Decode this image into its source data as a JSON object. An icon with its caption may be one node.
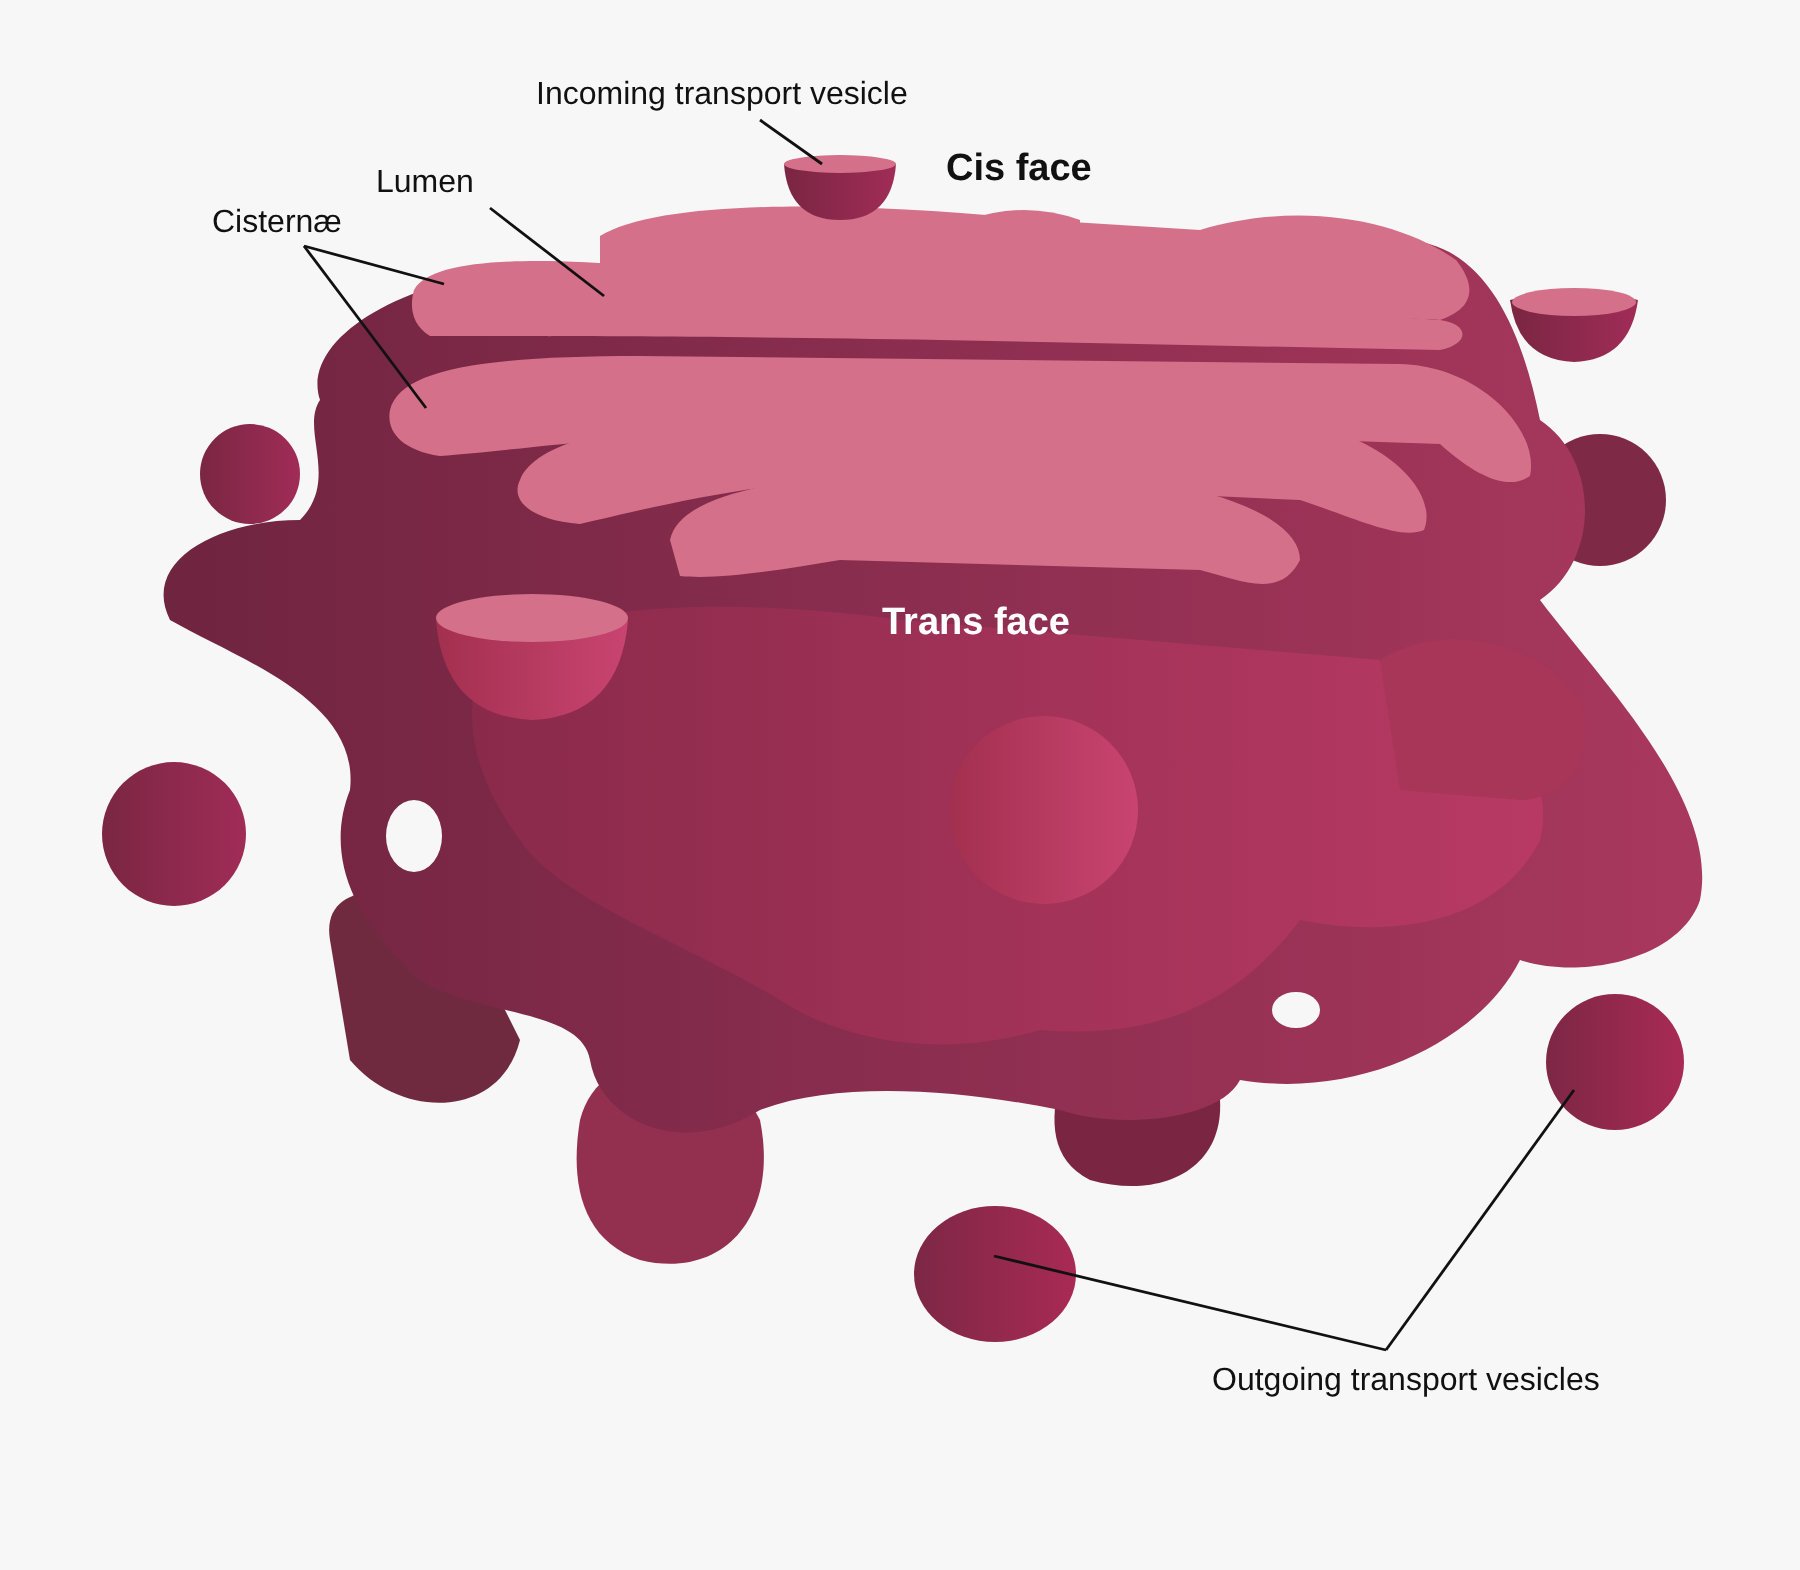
{
  "diagram": {
    "nodes": [
      {
        "text": [
          "Incoming transport vesicle"
        ]
      },
      {
        "text": [],
        "shape": "picture"
      },
      {
        "text": [
          "Lumen"
        ]
      },
      {
        "text": [
          "Cisternæ"
        ]
      },
      {
        "text": [
          "Outgoing transport vesicles"
        ]
      },
      {
        "text": [],
        "shape": "circle"
      },
      {
        "text": [],
        "shape": "circle"
      }
    ],
    "edges": [
      {
        "from": 0,
        "to": 1,
        "arrow": "none"
      },
      {
        "from": 2,
        "to": null,
        "arrow": "none"
      },
      {
        "from": 3,
        "to": null,
        "arrow": "none"
      },
      {
        "from": 3,
        "to": null,
        "arrow": "none"
      },
      {
        "from": 4,
        "to": 5,
        "arrow": "none"
      },
      {
        "from": 4,
        "to": 6,
        "arrow": "none"
      }
    ],
    "labels": [
      "Cis face",
      "Trans face"
    ]
  }
}
